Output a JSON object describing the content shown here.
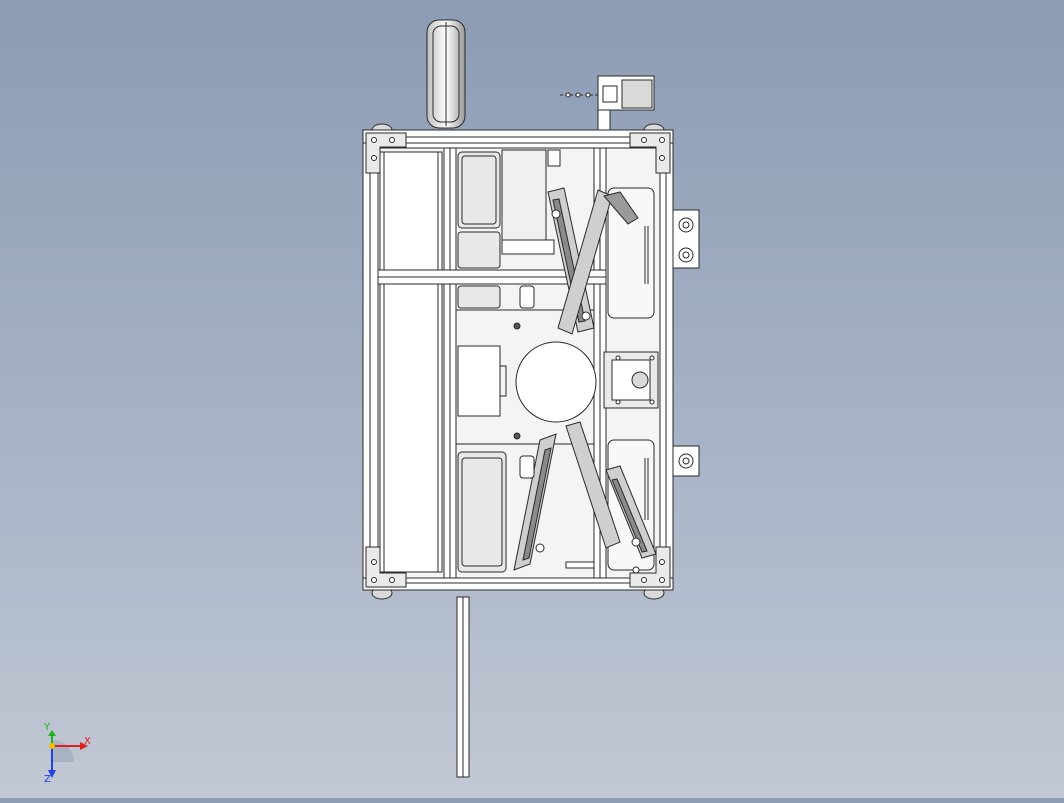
{
  "view": {
    "background_top": "#8c9cb4",
    "background_bottom": "#c2c8d4",
    "line_color": "#2a2a2a",
    "part_fill": "#ffffff",
    "shade_fill": "#d9d9d9"
  },
  "triad": {
    "x_label": "X",
    "y_label": "Y",
    "z_label": "Z",
    "x_color": "#e02020",
    "y_color": "#20b020",
    "z_color": "#2040e0"
  }
}
